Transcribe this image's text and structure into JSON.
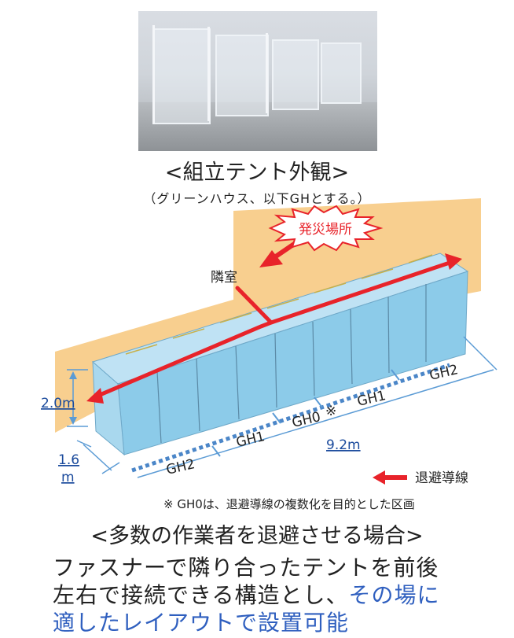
{
  "photo": {
    "title": "<組立テント外観>",
    "subtitle": "（グリーンハウス、以下GHとする。）"
  },
  "diagram": {
    "fire_label": "発災場所",
    "next_room_label": "隣室",
    "height_label": "2.0m",
    "depth_label_top": "1.6",
    "depth_label_bottom": "m",
    "length_label": "9.2m",
    "sections": [
      "GH2",
      "GH1",
      "GH0",
      "GH1",
      "GH2"
    ],
    "gh0_mark": "※",
    "legend_label": "退避導線",
    "colors": {
      "wall": "#f8cf8f",
      "tent": "#8ccbe9",
      "arrow": "#e8232a",
      "dimension": "#5b9bd5",
      "fire_outline": "#e8232a"
    }
  },
  "footnote": "※ GH0は、退避導線の複数化を目的とした区画",
  "case_title": "<多数の作業者を退避させる場合>",
  "description": {
    "line1": "ファスナーで隣り合ったテントを前後",
    "line2_plain": "左右で接続できる構造とし、",
    "line2_highlight": "その場に",
    "line3_highlight": "適したレイアウトで設置可能"
  }
}
